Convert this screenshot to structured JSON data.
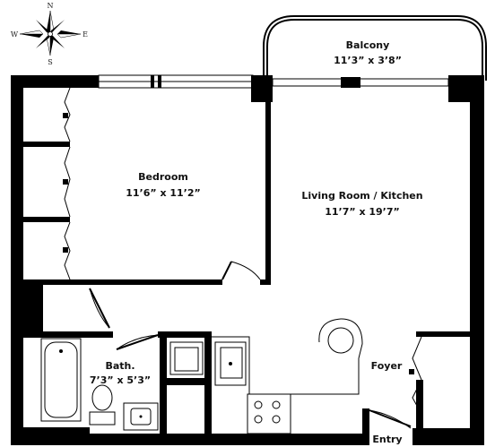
{
  "compass": {
    "n": "N",
    "s": "S",
    "e": "E",
    "w": "W"
  },
  "rooms": {
    "balcony": {
      "name": "Balcony",
      "dims": "11’3” x 3’8”"
    },
    "bedroom": {
      "name": "Bedroom",
      "dims": "11’6” x 11’2”"
    },
    "living": {
      "name": "Living Room / Kitchen",
      "dims": "11’7” x 19’7”"
    },
    "bath": {
      "name": "Bath.",
      "dims": "7’3” x 5’3”"
    },
    "foyer": {
      "name": "Foyer"
    },
    "entry": {
      "name": "Entry"
    }
  },
  "colors": {
    "wall": "#000000",
    "background": "#ffffff"
  }
}
